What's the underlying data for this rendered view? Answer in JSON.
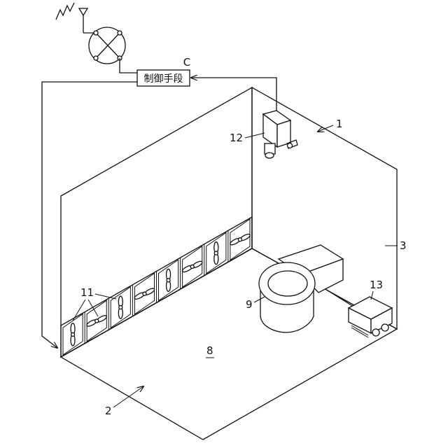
{
  "control_unit": {
    "id_label": "C",
    "text": "制御手段"
  },
  "labels": {
    "l1": "1",
    "l2": "2",
    "l3": "3",
    "l8": "8",
    "l9": "9",
    "l11": "11",
    "l12": "12",
    "l13": "13"
  }
}
